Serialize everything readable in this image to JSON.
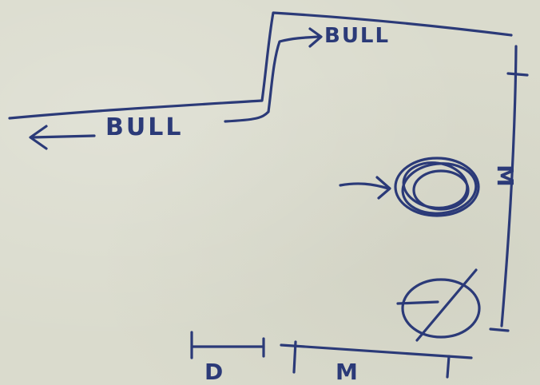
{
  "labels": {
    "bull_upper": "BULL",
    "bull_lower": "BULL",
    "dim_right": "M",
    "dim_bottom_left": "D",
    "dim_bottom_right": "M"
  }
}
